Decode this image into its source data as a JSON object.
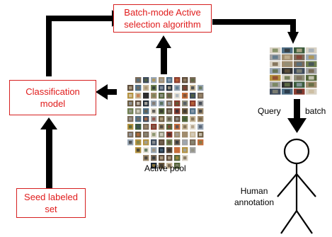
{
  "nodes": {
    "selection_algorithm": {
      "line1": "Batch-mode Active",
      "line2": "selection algorithm"
    },
    "classification_model": {
      "line1": "Classification",
      "line2": "model"
    },
    "seed_set": {
      "line1": "Seed labeled",
      "line2": "set"
    }
  },
  "labels": {
    "active_pool": "Active pool",
    "query": "Query",
    "batch": "batch",
    "human_line1": "Human",
    "human_line2": "annotation"
  },
  "colors": {
    "box_border": "#d62020",
    "box_text": "#e01b1b",
    "arrow": "#000000"
  },
  "images": {
    "pool_thumbnail_count": 120,
    "batch_thumbnail_count": 28
  }
}
